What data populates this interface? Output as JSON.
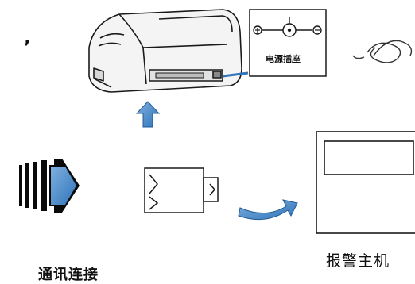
{
  "diagram": {
    "comma_mark": "ʼ",
    "power_socket": {
      "label": "电源插座",
      "polarity_plus": "⊕",
      "polarity_minus": "⊖"
    },
    "host": {
      "label": "报警主机"
    },
    "bottom_left_label": "通讯连接"
  },
  "colors": {
    "line": "#1a1a1a",
    "arrow_blue": "#2f74b8",
    "arrow_dark": "#0a0a0a",
    "printer_fill": "#f4f4f4"
  }
}
